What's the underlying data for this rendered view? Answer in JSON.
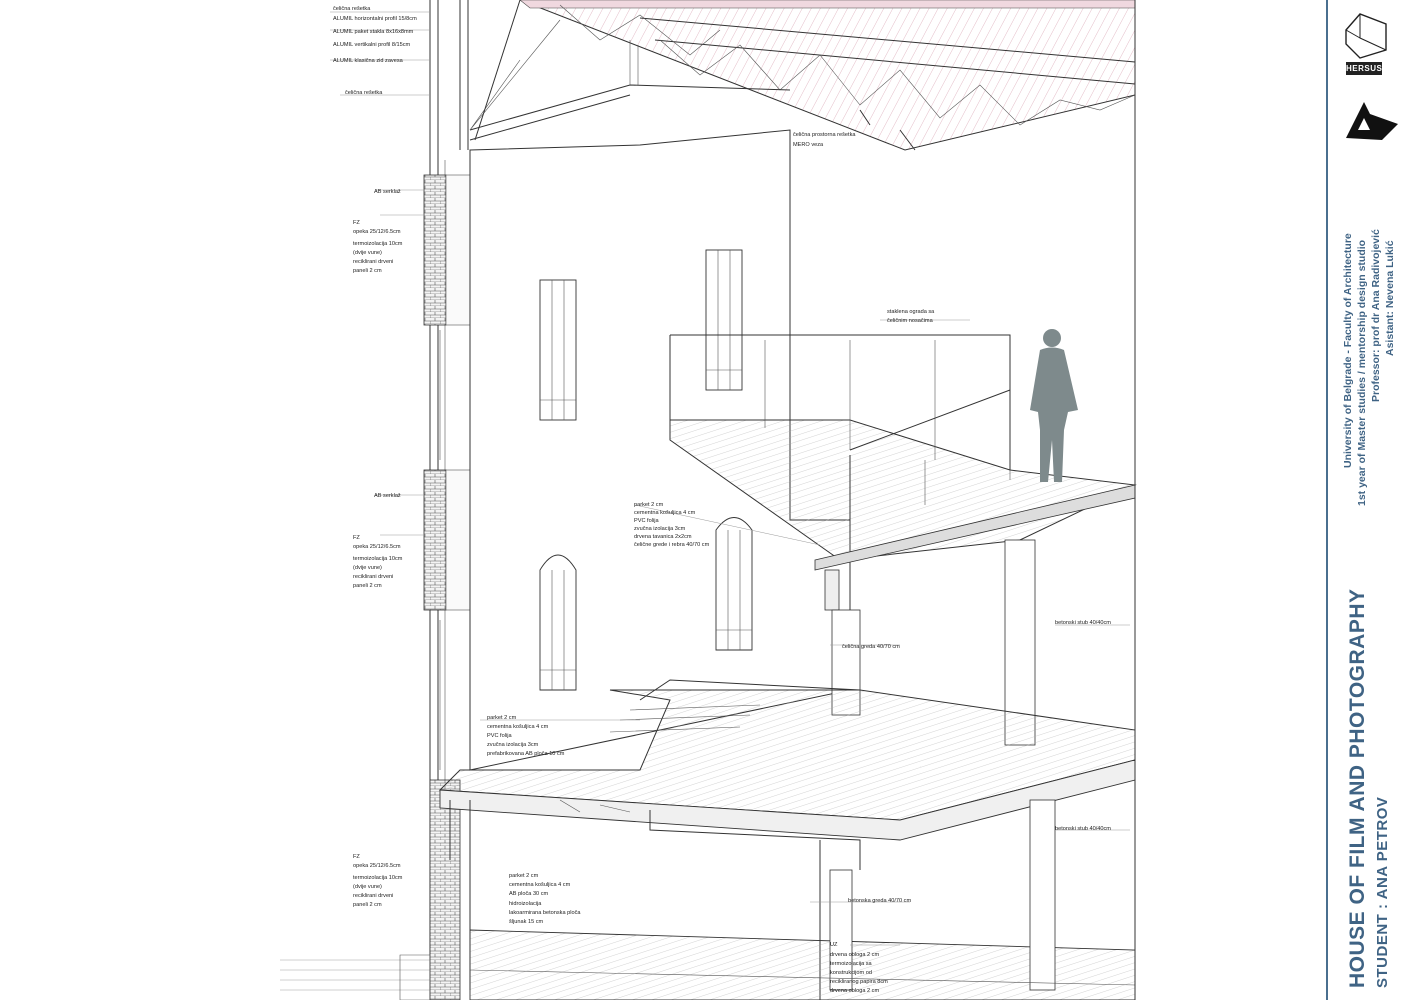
{
  "title": "HOUSE OF FILM AND PHOTOGRAPHY",
  "student": "STUDENT : ANA PETROV",
  "info_lines": [
    "University of Belgrade - Faculty of Architecture",
    "1st year of Master studies / mentorship design studio",
    "Professor: prof dr Ana Radivojević",
    "Asistant: Nevena Lukić"
  ],
  "logo_badge": "HERSUS",
  "labels": {
    "roof_truss": "čelična rešetka",
    "alumil_h": "ALUMIL horizontalni profil 15/8cm",
    "alumil_glass": "ALUMIL paket stakla 8x16x8mm",
    "alumil_v": "ALUMIL vertikalni profil 8/15cm",
    "alumil_wall": "ALUMIL klasična zid zavesa",
    "steel_truss": "čelična rešetka",
    "space_truss_1": "čelična prostorna rešetka",
    "space_truss_2": "MERO veza",
    "ab_serklaz_1": "AB serklaž",
    "fz_1": [
      "FZ",
      "opeka 25/12/6.5cm",
      "termoizolacija 10cm",
      "(dvije vune)",
      "reciklirani drveni",
      "paneli 2 cm"
    ],
    "ab_serklaz_2": "AB serklaž",
    "fz_2": [
      "FZ",
      "opeka 25/12/6.5cm",
      "termoizolacija 10cm",
      "(dvije vune)",
      "reciklirani drveni",
      "paneli 2 cm"
    ],
    "glass_rail": [
      "staklena ograda sa",
      "čeličnim nosačima"
    ],
    "balcony_floor": [
      "parket 2 cm",
      "cementna košuljica 4 cm",
      "PVC folija",
      "zvučna izolacija 3cm",
      "drvena tavanica 2x2cm",
      "čelične grede i rebra 40/70 cm"
    ],
    "steel_beam": "čelična greda 40/70 cm",
    "concrete_col_1": "betonski stub 40/40cm",
    "floor_1": [
      "parket 2 cm",
      "cementna košuljica 4 cm",
      "PVC folija",
      "zvučna izolacija 3cm",
      "prefabrikovana AB ploča 10 cm"
    ],
    "concrete_col_2": "betonski stub 40/40cm",
    "fz_3": [
      "FZ",
      "opeka 25/12/6.5cm",
      "termoizolacija 10cm",
      "(dvije vune)",
      "reciklirani drveni",
      "paneli 2 cm"
    ],
    "ground_floor": [
      "parket 2 cm",
      "cementna košuljica 4 cm",
      "AB ploča 30 cm",
      "hidroizolacija",
      "lakoarmirana betonska ploča",
      "šljunak 15 cm"
    ],
    "concrete_beam": "betonska greda 40/70 cm",
    "uz": [
      "UZ",
      "drvena obloga 2 cm",
      "termoizolacija sa",
      "konstrukcijom od",
      "recikliranog papira 8cm",
      "drvena obloga 2 cm"
    ]
  }
}
